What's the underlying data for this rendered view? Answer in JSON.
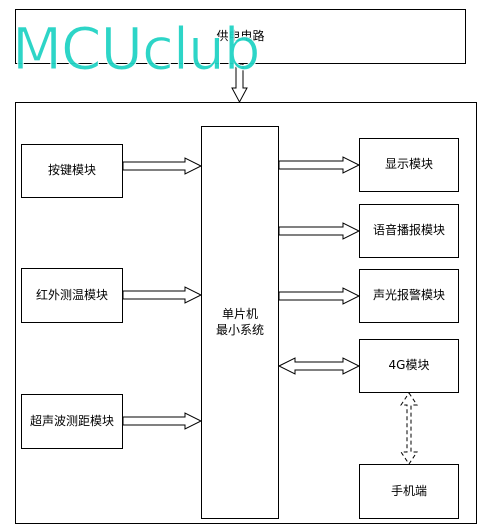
{
  "power": {
    "label": "供电电路"
  },
  "mcu": {
    "line1": "单片机",
    "line2": "最小系统"
  },
  "inputs": [
    {
      "label": "按键模块"
    },
    {
      "label": "红外测温模块"
    },
    {
      "label": "超声波测距模块"
    }
  ],
  "outputs": [
    {
      "label": "显示模块"
    },
    {
      "label": "语音播报模块"
    },
    {
      "label": "声光报警模块"
    },
    {
      "label": "4G模块"
    }
  ],
  "phone": {
    "label": "手机端"
  },
  "watermark": {
    "text": "MCUclub"
  },
  "colors": {
    "watermark": "#22d3c5",
    "line": "#000000"
  }
}
